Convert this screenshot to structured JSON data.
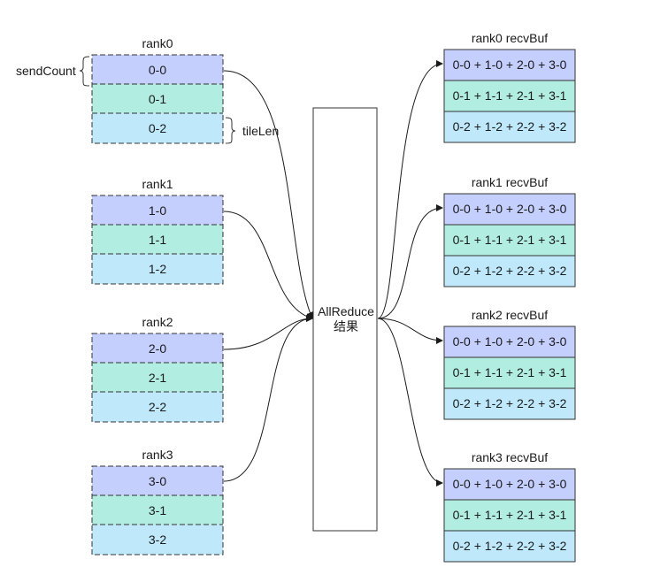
{
  "colors": {
    "row0": "#c5cffd",
    "row1": "#b2ede1",
    "row2": "#bfe9fb",
    "border": "#333333",
    "line": "#1a1a1a"
  },
  "annotations": {
    "send_count": "sendCount",
    "tile_len": "tileLen"
  },
  "center": {
    "line1": "AllReduce",
    "line2": "结果"
  },
  "ranks": [
    {
      "title": "rank0",
      "cells": [
        "0-0",
        "0-1",
        "0-2"
      ]
    },
    {
      "title": "rank1",
      "cells": [
        "1-0",
        "1-1",
        "1-2"
      ]
    },
    {
      "title": "rank2",
      "cells": [
        "2-0",
        "2-1",
        "2-2"
      ]
    },
    {
      "title": "rank3",
      "cells": [
        "3-0",
        "3-1",
        "3-2"
      ]
    }
  ],
  "recv_buffers": [
    {
      "title": "rank0 recvBuf",
      "cells": [
        "0-0 + 1-0 + 2-0 + 3-0",
        "0-1 + 1-1 + 2-1 + 3-1",
        "0-2 + 1-2 + 2-2 + 3-2"
      ]
    },
    {
      "title": "rank1 recvBuf",
      "cells": [
        "0-0 + 1-0 + 2-0 + 3-0",
        "0-1 + 1-1 + 2-1 + 3-1",
        "0-2 + 1-2 + 2-2 + 3-2"
      ]
    },
    {
      "title": "rank2 recvBuf",
      "cells": [
        "0-0 + 1-0 + 2-0 + 3-0",
        "0-1 + 1-1 + 2-1 + 3-1",
        "0-2 + 1-2 + 2-2 + 3-2"
      ]
    },
    {
      "title": "rank3 recvBuf",
      "cells": [
        "0-0 + 1-0 + 2-0 + 3-0",
        "0-1 + 1-1 + 2-1 + 3-1",
        "0-2 + 1-2 + 2-2 + 3-2"
      ]
    }
  ]
}
